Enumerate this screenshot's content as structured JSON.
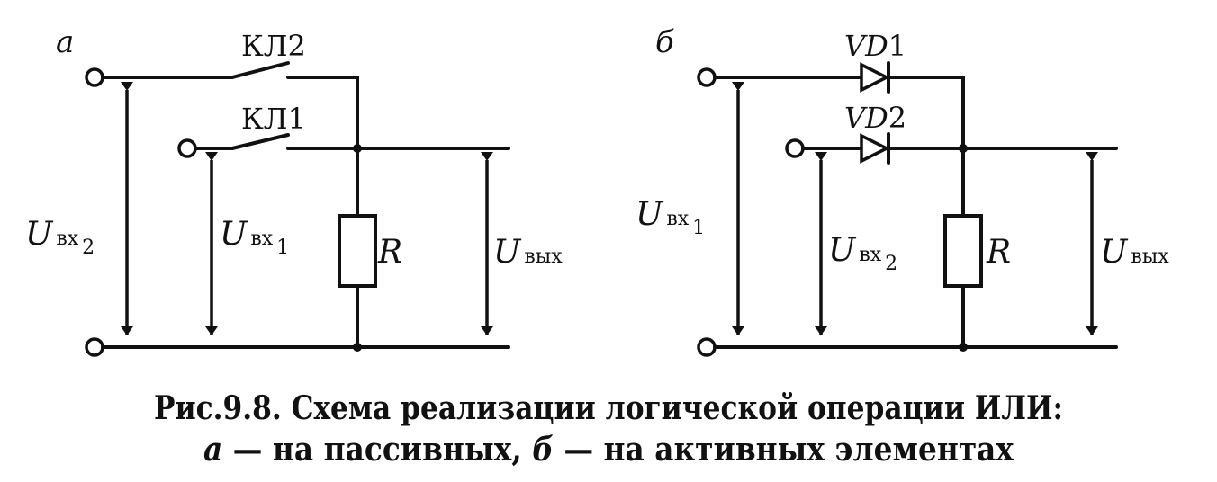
{
  "panel_a": {
    "letter": "а",
    "switch2": "КЛ2",
    "switch1": "КЛ1",
    "u_in2": {
      "main": "U",
      "sub": "вх",
      "index": "2"
    },
    "u_in1": {
      "main": "U",
      "sub": "вх",
      "index": "1"
    },
    "resistor": "R",
    "u_out": {
      "main": "U",
      "sub": "вых"
    }
  },
  "panel_b": {
    "letter": "б",
    "diode1": {
      "main": "VD",
      "num": "1"
    },
    "diode2": {
      "main": "VD",
      "num": "2"
    },
    "u_in1": {
      "main": "U",
      "sub": "вх",
      "index": "1"
    },
    "u_in2": {
      "main": "U",
      "sub": "вх",
      "index": "2"
    },
    "resistor": "R",
    "u_out": {
      "main": "U",
      "sub": "вых"
    }
  },
  "caption": {
    "line1": "Рис.9.8. Схема реализации логической операции ИЛИ:",
    "line2_a": "а",
    "line2_a_text": " — на пассивных, ",
    "line2_b": "б",
    "line2_b_text": " — на активных элементах"
  }
}
